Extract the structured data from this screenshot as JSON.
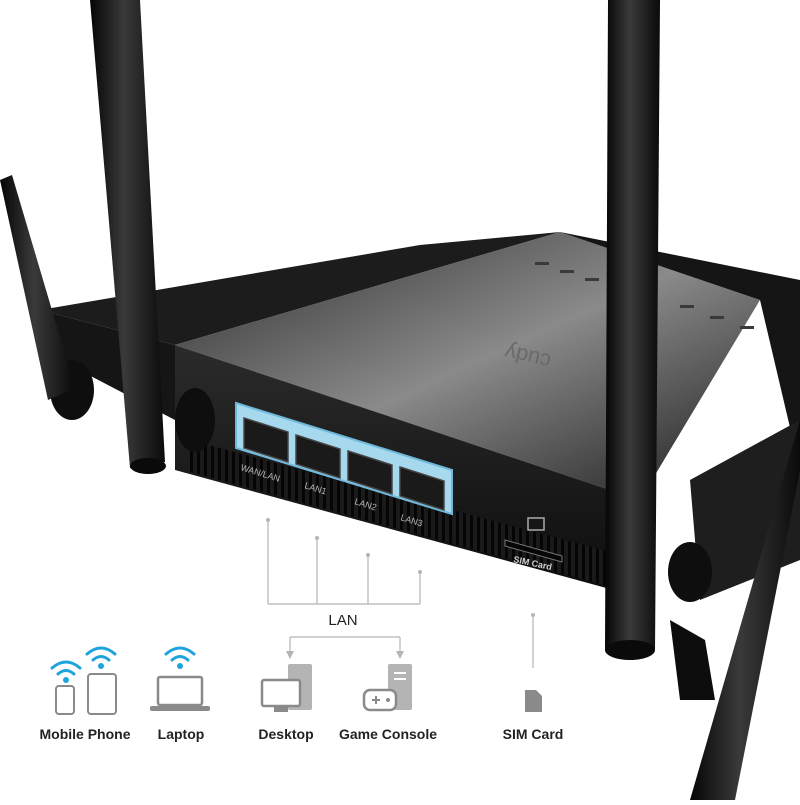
{
  "router": {
    "brand": "cudy",
    "ports": [
      "WAN/LAN",
      "LAN1",
      "LAN2",
      "LAN3"
    ],
    "sim_label": "SIM Card"
  },
  "diagram": {
    "lan_label": "LAN"
  },
  "devices": [
    {
      "label": "Mobile Phone",
      "icon": "phone-tablet-wifi-icon"
    },
    {
      "label": "Laptop",
      "icon": "laptop-wifi-icon"
    },
    {
      "label": "Desktop",
      "icon": "desktop-icon"
    },
    {
      "label": "Game Console",
      "icon": "game-console-icon"
    },
    {
      "label": "SIM Card",
      "icon": "sim-card-icon"
    }
  ],
  "colors": {
    "router_body": "#111111",
    "port_glow": "#8fd0ec",
    "icon_blue": "#1ea3dc",
    "icon_gray": "#8a8a8a"
  }
}
